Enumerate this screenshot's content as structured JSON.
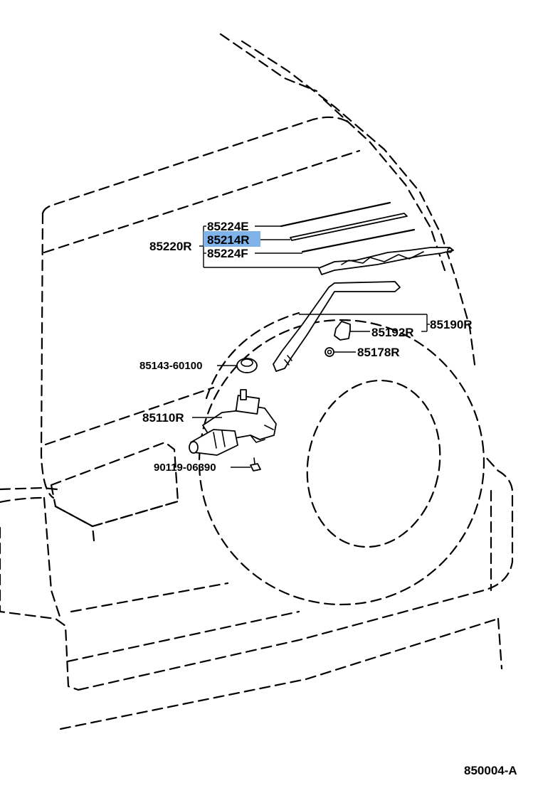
{
  "diagram_code": "850004-A",
  "highlighted_part": "85214R",
  "callouts": {
    "wiper_blade_rubber_upper": "85224E",
    "wiper_blade_rubber": "85214R",
    "wiper_blade_assembly": "85220R",
    "wiper_blade_rubber_lower": "85224F",
    "wiper_arm_assembly": "85190R",
    "wiper_arm_cap": "85192R",
    "wiper_arm_nut": "85178R",
    "grommet": "85143-60100",
    "wiper_motor": "85110R",
    "bolt": "90119-06390"
  }
}
